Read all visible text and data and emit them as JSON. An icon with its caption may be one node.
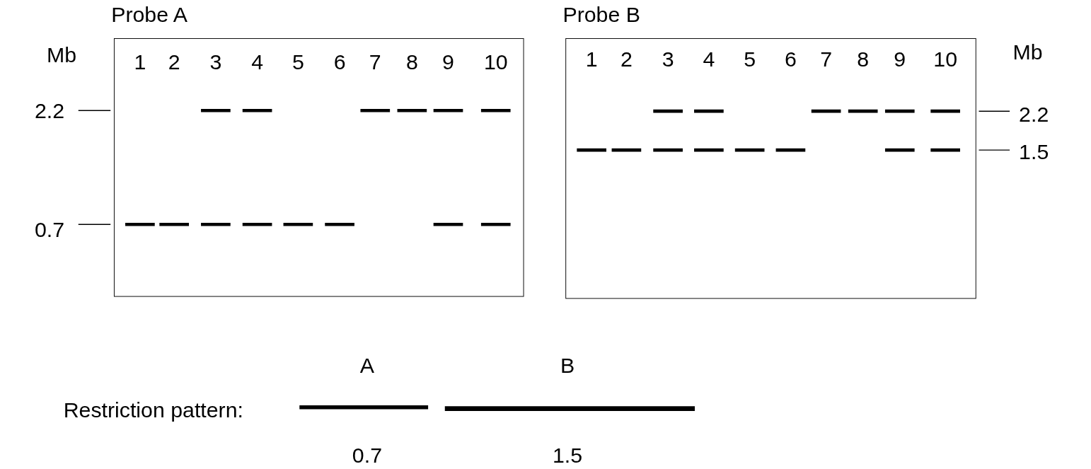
{
  "diagram": {
    "nodes": [
      {
        "text": [
          "Probe A"
        ]
      },
      {
        "text": [
          "Probe B"
        ]
      }
    ],
    "labels": [
      "Mb",
      "1",
      "2",
      "3",
      "4",
      "5",
      "6",
      "7",
      "8",
      "9",
      "10",
      "1",
      "2",
      "3",
      "4",
      "5",
      "6",
      "7",
      "8",
      "9",
      "10",
      "Mb",
      "2.2",
      "2.2",
      "1.5",
      "0.7",
      "Restriction pattern:",
      "A",
      "B",
      "0.7",
      "1.5"
    ]
  }
}
